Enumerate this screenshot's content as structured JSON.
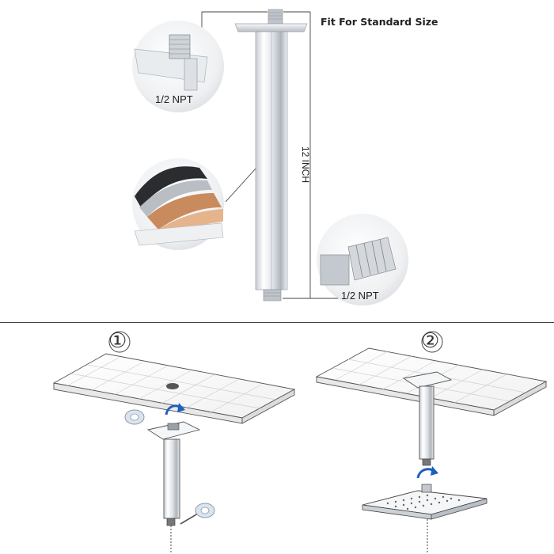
{
  "product": {
    "fit_label": "Fit For Standard Size",
    "length_label": "12 INCH",
    "thread_label_top": "1/2 NPT",
    "thread_label_bottom": "1/2 NPT"
  },
  "steps": [
    {
      "number": "①"
    },
    {
      "number": "②"
    }
  ],
  "colors": {
    "chrome_light": "#f4f6f8",
    "chrome_mid": "#c9ced4",
    "chrome_dark": "#8a9098",
    "arrow_blue": "#1f5fbf",
    "leader_line": "#444444"
  }
}
